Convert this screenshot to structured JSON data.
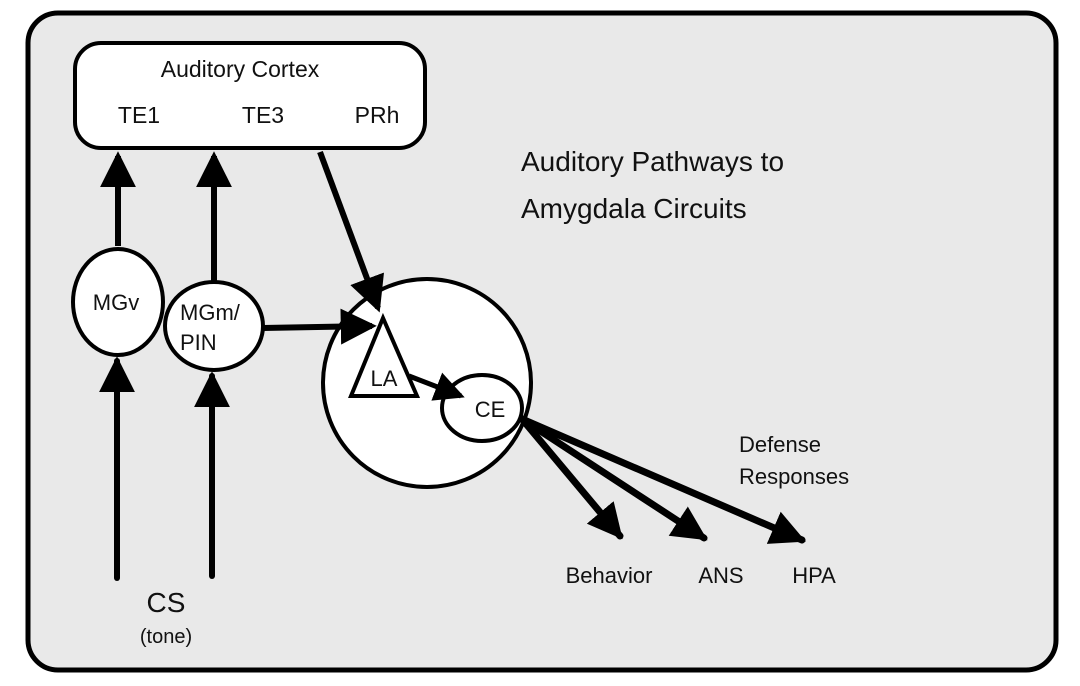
{
  "title": {
    "line1": "Auditory Pathways to",
    "line2": "Amygdala Circuits"
  },
  "colors": {
    "frame_fill": "#e9e9e9",
    "node_fill": "#ffffff",
    "stroke": "#000000",
    "text": "#111111"
  },
  "cortex": {
    "label": "Auditory Cortex",
    "areas": [
      "TE1",
      "TE3",
      "PRh"
    ]
  },
  "thalamus": {
    "mgv": "MGv",
    "mgm_line1": "MGm/",
    "mgm_line2": "PIN"
  },
  "amygdala": {
    "la": "LA",
    "ce": "CE"
  },
  "stimulus": {
    "label": "CS",
    "sublabel": "(tone)"
  },
  "outputs": {
    "heading_line1": "Defense",
    "heading_line2": "Responses",
    "items": [
      "Behavior",
      "ANS",
      "HPA"
    ]
  },
  "connections": [
    {
      "from": "CS",
      "to": "MGv"
    },
    {
      "from": "CS",
      "to": "MGm/PIN"
    },
    {
      "from": "MGv",
      "to": "TE1"
    },
    {
      "from": "MGm/PIN",
      "to": "TE3"
    },
    {
      "from": "PRh",
      "to": "LA"
    },
    {
      "from": "MGm/PIN",
      "to": "LA"
    },
    {
      "from": "LA",
      "to": "CE"
    },
    {
      "from": "CE",
      "to": "Behavior"
    },
    {
      "from": "CE",
      "to": "ANS"
    },
    {
      "from": "CE",
      "to": "HPA"
    }
  ]
}
